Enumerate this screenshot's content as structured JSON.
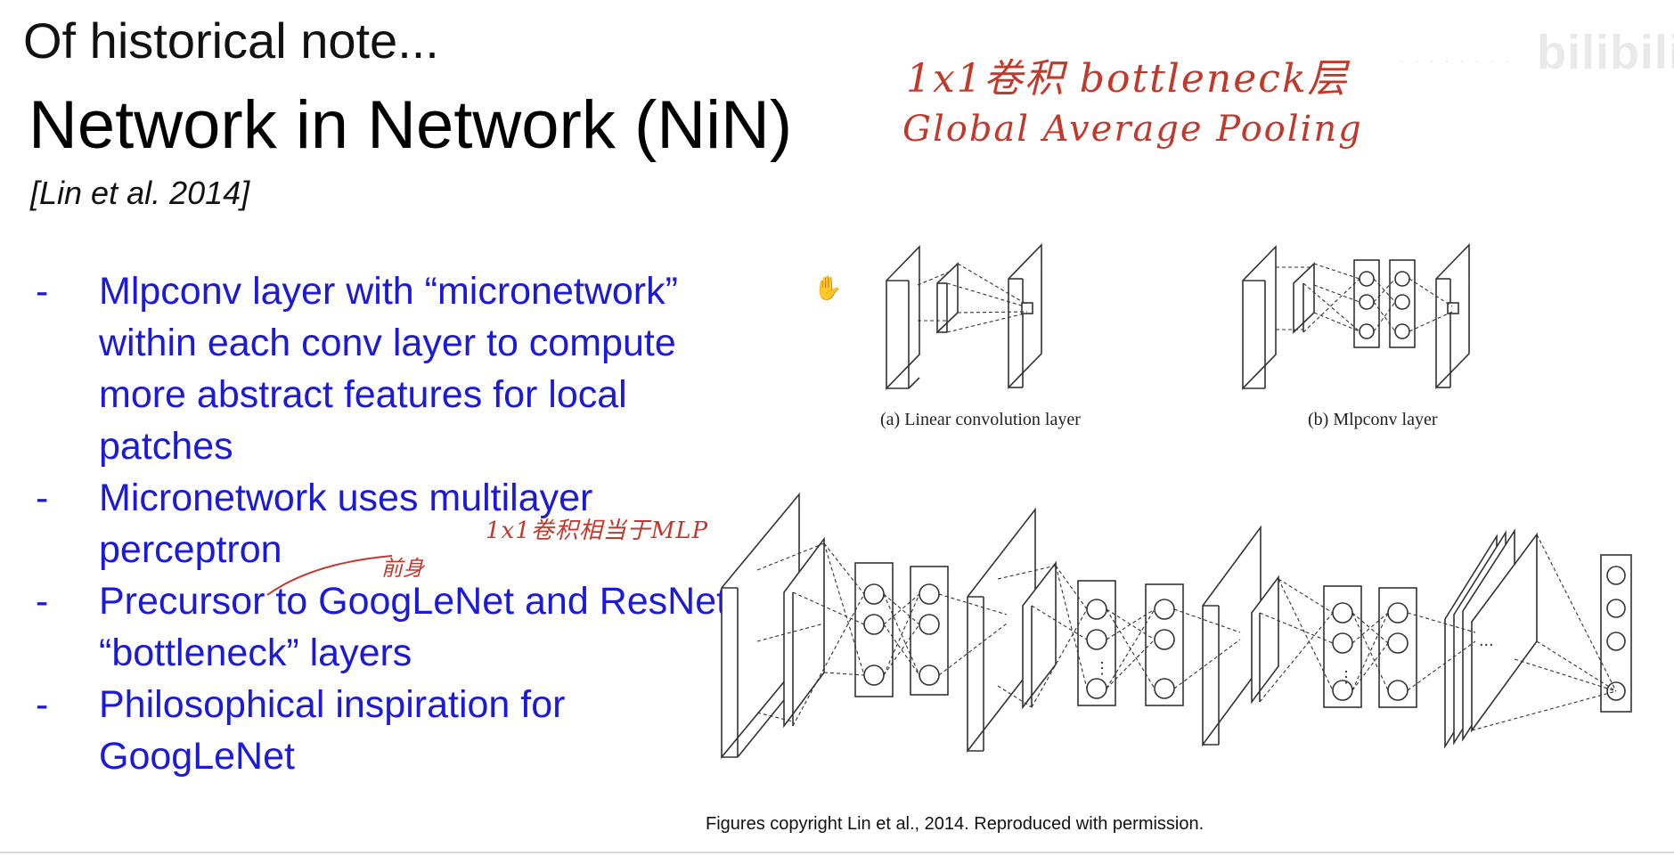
{
  "slide": {
    "kicker": "Of historical note...",
    "title": "Network in Network (NiN)",
    "citation": "[Lin et al. 2014]",
    "bullet_marker": "-",
    "bullets": [
      "Mlpconv layer with “micronetwork” within each conv layer to compute more abstract features for local patches",
      "Micronetwork uses multilayer perceptron",
      "Precursor to GoogLeNet and ResNet “bottleneck” layers",
      "Philosophical inspiration for GoogLeNet"
    ],
    "copyright": "Figures copyright Lin et al., 2014. Reproduced with permission."
  },
  "annotations": {
    "line1": "1x1卷积 bottleneck层",
    "line2": "Global Average Pooling",
    "line3": "1x1卷积相当于MLP",
    "line4": "前身"
  },
  "figure": {
    "caption_a": "(a) Linear convolution layer",
    "caption_b": "(b) Mlpconv layer",
    "ellipsis": "...",
    "vertical_dots": "⋮"
  },
  "watermark": {
    "text": "bilibili"
  },
  "colors": {
    "bullet_text": "#1a1ad8",
    "handwriting": "#c0392b",
    "figure_lines": "#333333"
  }
}
